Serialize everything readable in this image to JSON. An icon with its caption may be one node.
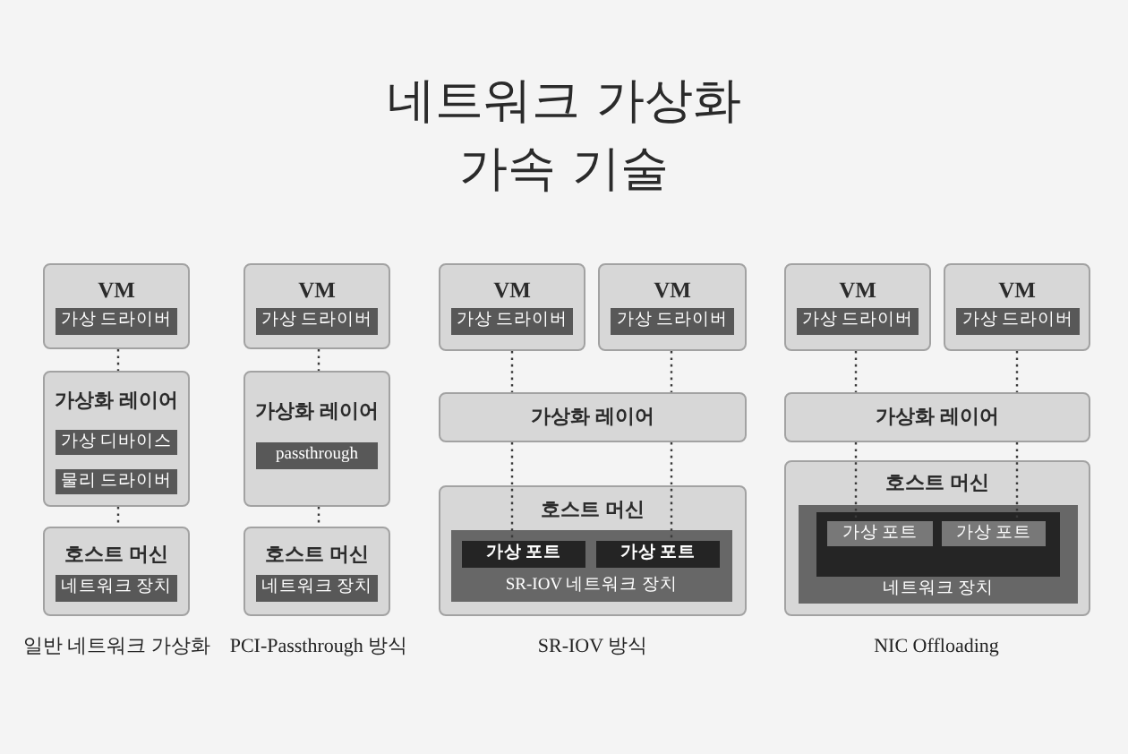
{
  "diagram": {
    "title": "네트워크 가상화 가속 기술",
    "nodes": [
      {
        "text": [
          "VM"
        ]
      },
      {
        "text": [
          "가상 드라이버"
        ],
        "in": 0
      },
      {
        "text": [
          "가상화 레이어"
        ]
      },
      {
        "text": [
          "가상 디바이스"
        ],
        "in": 2
      },
      {
        "text": [
          "물리 드라이버"
        ],
        "in": 2
      },
      {
        "text": [
          "호스트 머신"
        ]
      },
      {
        "text": [
          "네트워크 장치"
        ],
        "in": 5
      },
      {
        "text": [
          "VM"
        ]
      },
      {
        "text": [
          "가상 드라이버"
        ],
        "in": 7
      },
      {
        "text": [
          "가상화 레이어"
        ]
      },
      {
        "text": [
          "passthrough"
        ],
        "in": 9
      },
      {
        "text": [
          "호스트 머신"
        ]
      },
      {
        "text": [
          "네트워크 장치"
        ],
        "in": 11
      },
      {
        "text": [
          "VM"
        ]
      },
      {
        "text": [
          "가상 드라이버"
        ],
        "in": 13
      },
      {
        "text": [
          "VM"
        ]
      },
      {
        "text": [
          "가상 드라이버"
        ],
        "in": 15
      },
      {
        "text": [
          "가상화 레이어"
        ]
      },
      {
        "text": [
          "호스트 머신"
        ]
      },
      {
        "text": [
          "SR-IOV 네트워크 장치"
        ],
        "in": 18
      },
      {
        "text": [
          "가상 포트"
        ],
        "in": 19
      },
      {
        "text": [
          "가상 포트"
        ],
        "in": 19
      },
      {
        "text": [
          "VM"
        ]
      },
      {
        "text": [
          "가상 드라이버"
        ],
        "in": 22
      },
      {
        "text": [
          "VM"
        ]
      },
      {
        "text": [
          "가상 드라이버"
        ],
        "in": 24
      },
      {
        "text": [
          "가상화 레이어"
        ]
      },
      {
        "text": [
          "호스트 머신"
        ]
      },
      {
        "text": [
          "네트워크 장치"
        ],
        "in": 27
      },
      {
        "text": [],
        "shape": "box",
        "in": 28
      },
      {
        "text": [
          "가상 포트"
        ],
        "in": 29
      },
      {
        "text": [
          "가상 포트"
        ],
        "in": 29
      }
    ],
    "edges": [
      {
        "from": 0,
        "to": 2,
        "arrow": "none",
        "style": "dashed"
      },
      {
        "from": 2,
        "to": 5,
        "arrow": "none",
        "style": "dashed"
      },
      {
        "from": 7,
        "to": 9,
        "arrow": "none",
        "style": "dashed"
      },
      {
        "from": 9,
        "to": 11,
        "arrow": "none",
        "style": "dashed"
      },
      {
        "from": 13,
        "to": 17,
        "arrow": "none",
        "style": "dashed"
      },
      {
        "from": 17,
        "to": 20,
        "arrow": "none",
        "style": "dashed"
      },
      {
        "from": 15,
        "to": 17,
        "arrow": "none",
        "style": "dashed"
      },
      {
        "from": 17,
        "to": 21,
        "arrow": "none",
        "style": "dashed"
      },
      {
        "from": 22,
        "to": 26,
        "arrow": "none",
        "style": "dashed"
      },
      {
        "from": 26,
        "to": 30,
        "arrow": "none",
        "style": "dashed"
      },
      {
        "from": 24,
        "to": 26,
        "arrow": "none",
        "style": "dashed"
      },
      {
        "from": 26,
        "to": 31,
        "arrow": "none",
        "style": "dashed"
      }
    ],
    "labels": [
      "일반 네트워크 가상화",
      "PCI-Passthrough 방식",
      "SR-IOV 방식",
      "NIC Offloading"
    ]
  }
}
